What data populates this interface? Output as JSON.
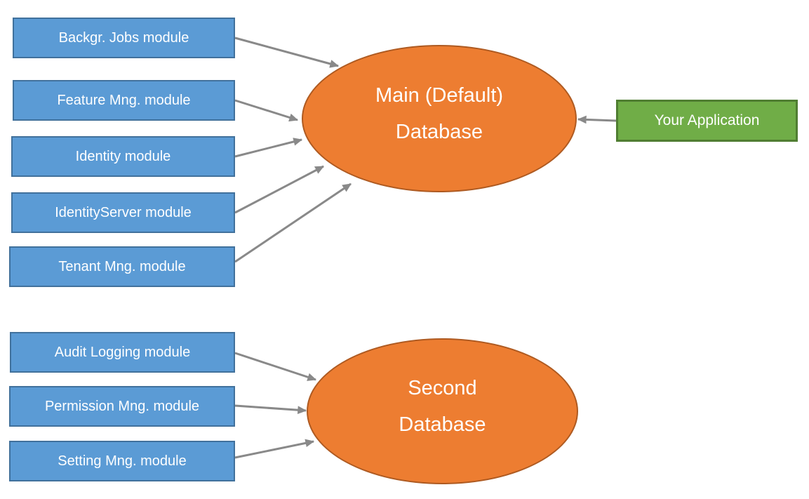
{
  "diagram": {
    "main_modules": [
      {
        "label": "Backgr. Jobs module"
      },
      {
        "label": "Feature Mng. module"
      },
      {
        "label": "Identity module"
      },
      {
        "label": "IdentityServer module"
      },
      {
        "label": "Tenant Mng. module"
      }
    ],
    "main_database": {
      "title_line1": "Main (Default)",
      "title_line2": "Database"
    },
    "application": {
      "label": "Your Application"
    },
    "second_modules": [
      {
        "label": "Audit Logging module"
      },
      {
        "label": "Permission Mng. module"
      },
      {
        "label": "Setting Mng. module"
      }
    ],
    "second_database": {
      "title_line1": "Second",
      "title_line2": "Database"
    }
  },
  "colors": {
    "module_fill": "#5B9BD5",
    "module_border": "#41719C",
    "database_fill": "#ED7D31",
    "database_border": "#AE5A21",
    "app_fill": "#70AD47",
    "app_border": "#507E32",
    "arrow": "#898989",
    "label_text": "#FFFFFF",
    "page_bg": "#FFFFFF"
  }
}
